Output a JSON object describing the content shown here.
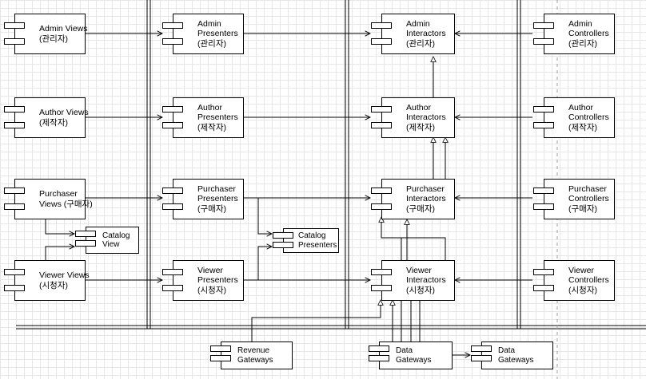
{
  "components": {
    "admin_views": {
      "line1": "Admin Views",
      "line2": "(관리자)"
    },
    "author_views": {
      "line1": "Author Views",
      "line2": "(제작자)"
    },
    "purchaser_views": {
      "line1": "Purchaser",
      "line2": "Views (구매자)"
    },
    "viewer_views": {
      "line1": "Viewer Views",
      "line2": "(시청자)"
    },
    "catalog_view": {
      "line1": "Catalog",
      "line2": "View"
    },
    "admin_presenters": {
      "line1": "Admin",
      "line2": "Presenters",
      "line3": "(관리자)"
    },
    "author_presenters": {
      "line1": "Author",
      "line2": "Presenters",
      "line3": "(제작자)"
    },
    "purchaser_presenters": {
      "line1": "Purchaser",
      "line2": "Presenters",
      "line3": "(구매자)"
    },
    "viewer_presenters": {
      "line1": "Viewer",
      "line2": "Presenters",
      "line3": "(시청자)"
    },
    "catalog_presenters": {
      "line1": "Catalog",
      "line2": "Presenters"
    },
    "admin_interactors": {
      "line1": "Admin",
      "line2": "Interactors",
      "line3": "(관리자)"
    },
    "author_interactors": {
      "line1": "Author",
      "line2": "Interactors",
      "line3": "(제작자)"
    },
    "purchaser_interactors": {
      "line1": "Purchaser",
      "line2": "Interactors",
      "line3": "(구매자)"
    },
    "viewer_interactors": {
      "line1": "Viewer",
      "line2": "Interactors",
      "line3": "(시청자)"
    },
    "admin_controllers": {
      "line1": "Admin",
      "line2": "Controllers",
      "line3": "(관리자)"
    },
    "author_controllers": {
      "line1": "Author",
      "line2": "Controllers",
      "line3": "(제작자)"
    },
    "purchaser_controllers": {
      "line1": "Purchaser",
      "line2": "Controllers",
      "line3": "(구매자)"
    },
    "viewer_controllers": {
      "line1": "Viewer",
      "line2": "Controllers",
      "line3": "(시청자)"
    },
    "revenue_gateways": {
      "line1": "Revenue",
      "line2": "Gateways"
    },
    "data_gateways": {
      "line1": "Data",
      "line2": "Gateways"
    },
    "data_gateways_impl": {
      "line1": "Data",
      "line2": "Gateways"
    }
  },
  "colors": {
    "line": "#000000",
    "grid": "#e6e6e6",
    "box_fill": "#ffffff",
    "dashed": "#999999"
  }
}
